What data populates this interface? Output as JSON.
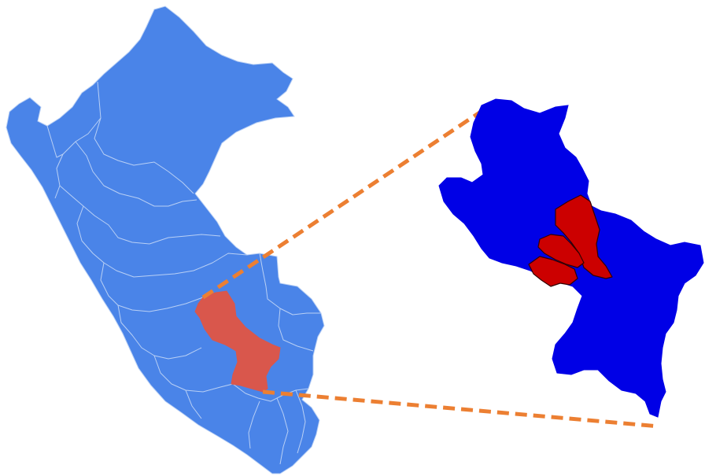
{
  "colors": {
    "background": "#ffffff",
    "country_fill": "#4a84e8",
    "region_border": "#b9d0f5",
    "highlight_fill": "#d9574c",
    "inset_fill": "#0000e6",
    "inset_highlight_fill": "#cc0000",
    "inset_highlight_border": "#330000",
    "connector": "#ec7f32"
  },
  "map": {
    "country_icon": "peru-outline-map",
    "highlighted_region_icon": "highlighted-region-shape",
    "inset_icon": "zoomed-region-map"
  }
}
